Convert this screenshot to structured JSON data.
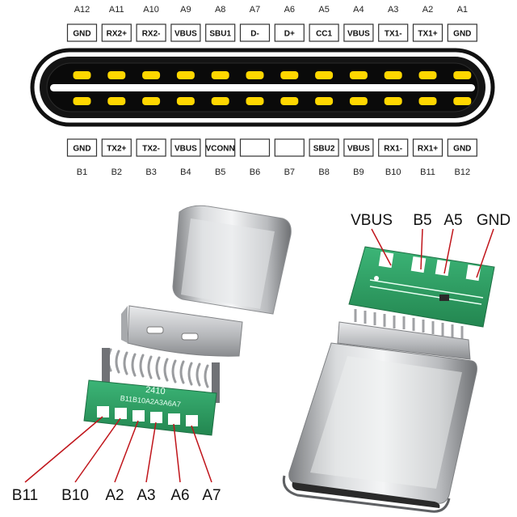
{
  "connector": {
    "top_row": [
      {
        "pin": "A12",
        "signal": "GND"
      },
      {
        "pin": "A11",
        "signal": "RX2+"
      },
      {
        "pin": "A10",
        "signal": "RX2-"
      },
      {
        "pin": "A9",
        "signal": "VBUS"
      },
      {
        "pin": "A8",
        "signal": "SBU1"
      },
      {
        "pin": "A7",
        "signal": "D-"
      },
      {
        "pin": "A6",
        "signal": "D+"
      },
      {
        "pin": "A5",
        "signal": "CC1"
      },
      {
        "pin": "A4",
        "signal": "VBUS"
      },
      {
        "pin": "A3",
        "signal": "TX1-"
      },
      {
        "pin": "A2",
        "signal": "TX1+"
      },
      {
        "pin": "A1",
        "signal": "GND"
      }
    ],
    "bottom_row": [
      {
        "pin": "B1",
        "signal": "GND"
      },
      {
        "pin": "B2",
        "signal": "TX2+"
      },
      {
        "pin": "B3",
        "signal": "TX2-"
      },
      {
        "pin": "B4",
        "signal": "VBUS"
      },
      {
        "pin": "B5",
        "signal": "VCONN"
      },
      {
        "pin": "B6",
        "signal": ""
      },
      {
        "pin": "B7",
        "signal": ""
      },
      {
        "pin": "B8",
        "signal": "SBU2"
      },
      {
        "pin": "B9",
        "signal": "VBUS"
      },
      {
        "pin": "B10",
        "signal": "RX1-"
      },
      {
        "pin": "B11",
        "signal": "RX1+"
      },
      {
        "pin": "B12",
        "signal": "GND"
      }
    ]
  },
  "left_plug_callouts": [
    "B11",
    "B10",
    "A2",
    "A3",
    "A6",
    "A7"
  ],
  "right_plug_callouts": [
    "VBUS",
    "B5",
    "A5",
    "GND"
  ],
  "pcb_silkscreen": "2410",
  "pcb_silkscreen_pads": "B11B10A2A3A6A7",
  "colors": {
    "contact": "#ffd700",
    "pcb": "#2e9d63",
    "receptacle": "#111111",
    "callout_line": "#c0151b"
  }
}
